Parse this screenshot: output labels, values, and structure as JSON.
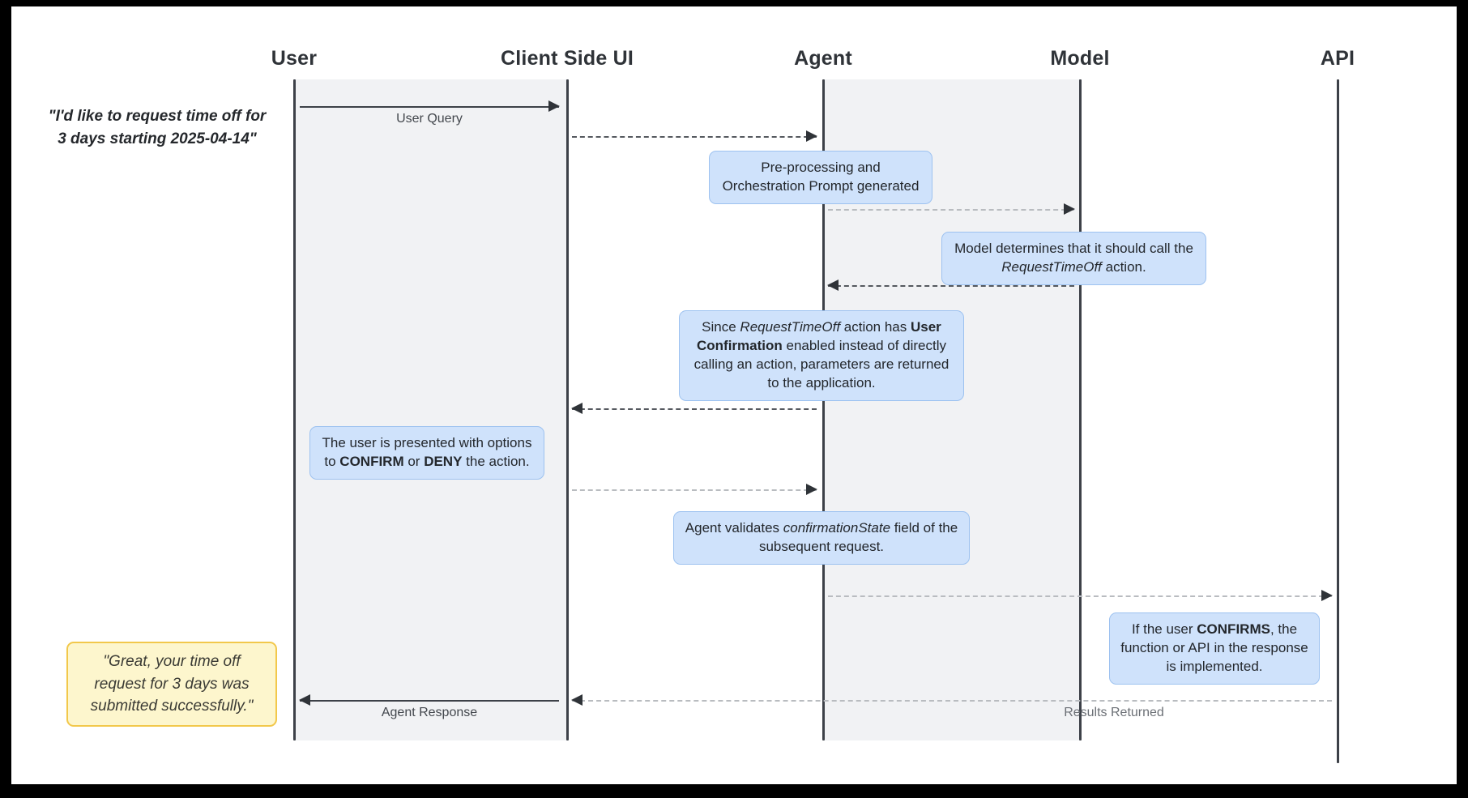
{
  "diagram": {
    "title": "Agent user-confirmation sequence diagram",
    "type": "sequence-diagram",
    "background": "#ffffff",
    "frame_color": "#000000",
    "colors": {
      "band": "#f1f2f4",
      "lifeline": "#3d4148",
      "note_blue_fill": "#cfe2fb",
      "note_blue_border": "#9dc2f0",
      "note_yellow_fill": "#fdf6cd",
      "note_yellow_border": "#f2c84b",
      "arrow": "#2f3338",
      "arrow_light": "#b9bcc0"
    },
    "participants": [
      {
        "id": "user",
        "label": "User"
      },
      {
        "id": "client",
        "label": "Client Side UI"
      },
      {
        "id": "agent",
        "label": "Agent"
      },
      {
        "id": "model",
        "label": "Model"
      },
      {
        "id": "api",
        "label": "API"
      }
    ],
    "messages": [
      {
        "id": "user-query",
        "label": "User Query",
        "from": "user",
        "to": "client",
        "style": "solid"
      },
      {
        "id": "client-to-agent",
        "label": "",
        "from": "client",
        "to": "agent",
        "style": "dashed"
      },
      {
        "id": "agent-to-model",
        "label": "",
        "from": "agent",
        "to": "model",
        "style": "dashed-light"
      },
      {
        "id": "model-to-agent",
        "label": "",
        "from": "model",
        "to": "agent",
        "style": "dashed"
      },
      {
        "id": "agent-to-client",
        "label": "",
        "from": "agent",
        "to": "client",
        "style": "dashed"
      },
      {
        "id": "client-to-agent-2",
        "label": "",
        "from": "client",
        "to": "agent",
        "style": "dashed-light"
      },
      {
        "id": "agent-to-api",
        "label": "",
        "from": "agent",
        "to": "api",
        "style": "dashed-light"
      },
      {
        "id": "agent-response",
        "label": "Agent Response",
        "from": "client",
        "to": "user",
        "style": "solid"
      },
      {
        "id": "results-returned",
        "label": "Results Returned",
        "from": "api",
        "to": "client",
        "style": "dashed-light"
      }
    ],
    "notes": {
      "user_request": {
        "text": "\"I'd like to request time off for 3 days starting 2025-04-14\"",
        "line1": "\"I'd like to request time off for",
        "line2": "3 days starting 2025-04-14\"",
        "style": "plain-italic"
      },
      "preprocessing": {
        "line1": "Pre-processing and",
        "line2": "Orchestration Prompt generated",
        "style": "blue"
      },
      "model_determines": {
        "line1_a": "Model determines that it should call the ",
        "emphasis": "RequestTimeOff",
        "line2_b": " action.",
        "style": "blue"
      },
      "user_confirmation": {
        "seg1": "Since ",
        "em1": "RequestTimeOff",
        "seg2": " action has ",
        "strong1": "User Confirmation",
        "seg3": " enabled instead of directly calling an action, parameters are returned to the application.",
        "style": "blue"
      },
      "confirm_or_deny": {
        "seg1": "The user is presented with options to ",
        "strong1": "CONFIRM",
        "seg2": " or ",
        "strong2": "DENY",
        "seg3": " the action.",
        "style": "blue"
      },
      "agent_validates": {
        "seg1": "Agent validates ",
        "em1": "confirmationState",
        "seg2": " field of the subsequent request.",
        "style": "blue"
      },
      "api_implemented": {
        "seg1": "If the user ",
        "strong1": "CONFIRMS",
        "seg2": ", the function or API in the response is implemented.",
        "style": "blue"
      },
      "final_response": {
        "text": "\"Great, your time off request for 3 days was submitted successfully.\"",
        "style": "yellow-italic"
      }
    }
  }
}
